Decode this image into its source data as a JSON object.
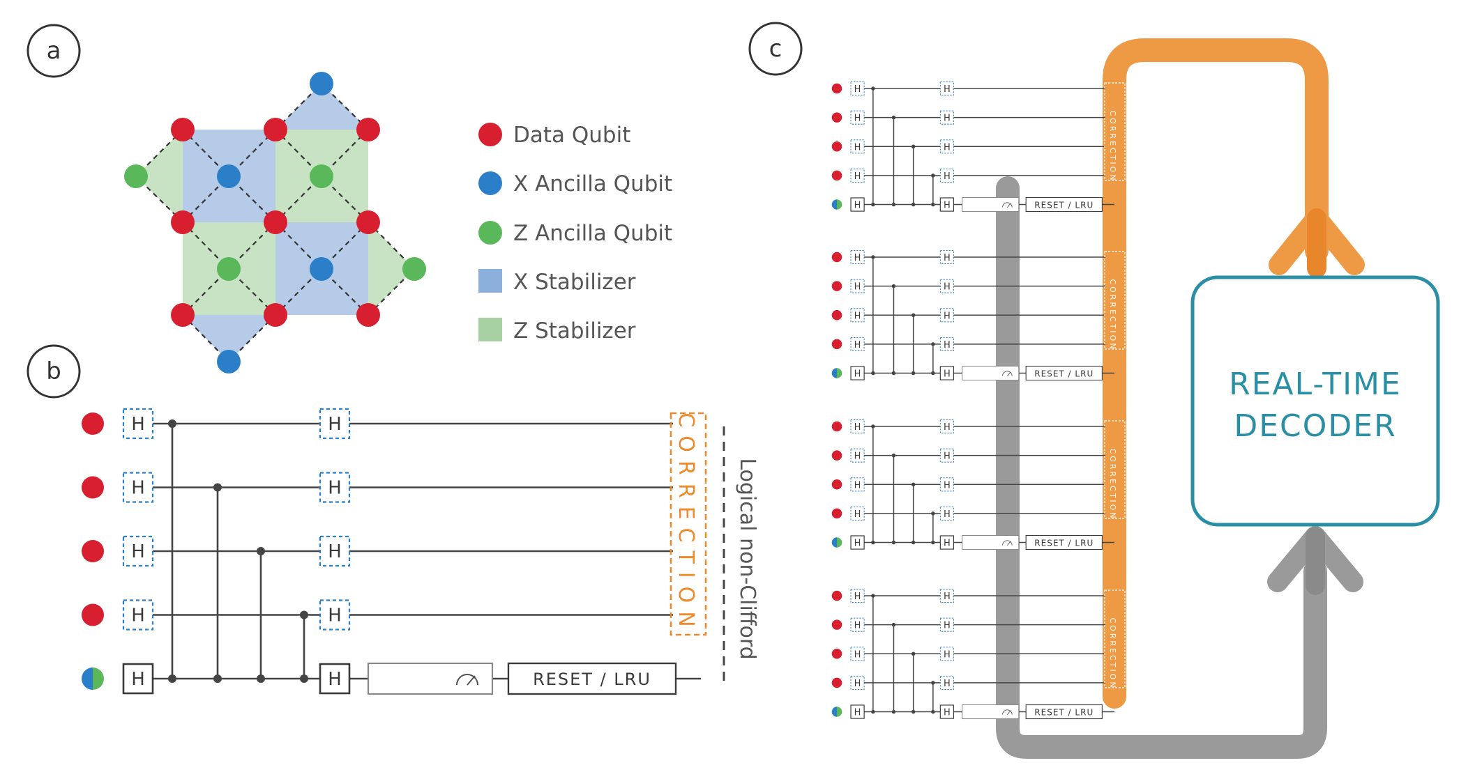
{
  "panels": {
    "a": "a",
    "b": "b",
    "c": "c"
  },
  "legend": [
    {
      "label": "Data Qubit",
      "color": "#d81f2f",
      "shape": "circle"
    },
    {
      "label": "X Ancilla Qubit",
      "color": "#2b7fc8",
      "shape": "circle"
    },
    {
      "label": "Z Ancilla Qubit",
      "color": "#5bb85a",
      "shape": "circle"
    },
    {
      "label": "X Stabilizer",
      "color": "#8cb0dc",
      "shape": "square"
    },
    {
      "label": "Z Stabilizer",
      "color": "#a7d1a3",
      "shape": "square"
    }
  ],
  "circuit": {
    "hadamard_label": "H",
    "reset_label": "RESET / LRU",
    "correction_label": "CORRECTION",
    "side_label": "Logical non-Clifford"
  },
  "decoder": {
    "line1": "REAL-TIME",
    "line2": "DECODER"
  },
  "colors": {
    "data_qubit": "#d81f2f",
    "x_ancilla": "#2b7fc8",
    "z_ancilla": "#5bb85a",
    "x_stabilizer": "#b5cbe8",
    "z_stabilizer": "#c8e3c4",
    "correction": "#ee8a2a",
    "feedback_grey": "#9a9a9a",
    "decoder": "#2a8fa5",
    "wire": "#444444"
  }
}
